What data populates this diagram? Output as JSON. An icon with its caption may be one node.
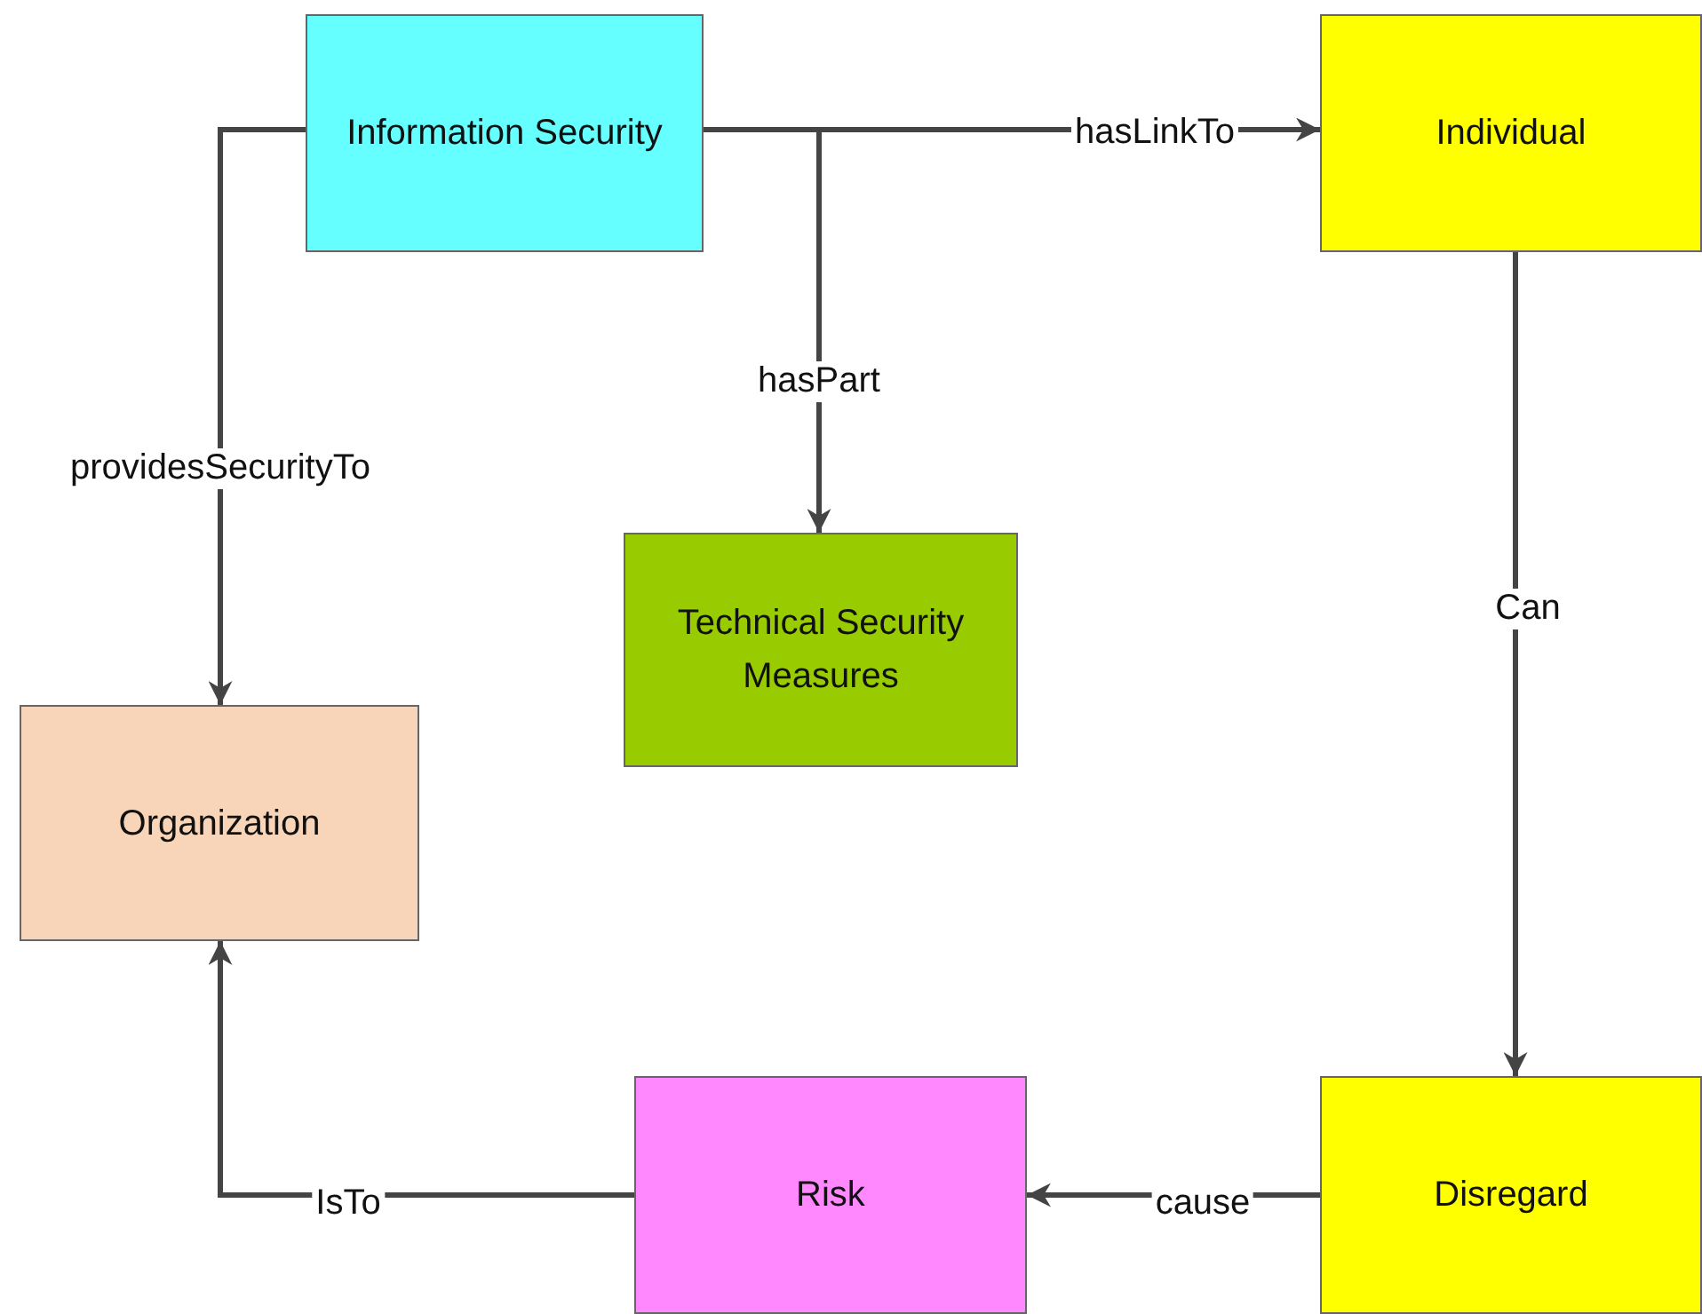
{
  "diagram": {
    "nodes": [
      {
        "text": [
          "Information Security"
        ]
      },
      {
        "text": [
          "Individual"
        ]
      },
      {
        "text": [
          "Technical Security Measures"
        ]
      },
      {
        "text": [
          "Organization"
        ]
      },
      {
        "text": [
          "Risk"
        ]
      },
      {
        "text": [
          "Disregard"
        ]
      }
    ],
    "edges": [
      {
        "from": 0,
        "to": 1,
        "arrow": "to",
        "label": "hasLinkTo"
      },
      {
        "from": 0,
        "to": 2,
        "arrow": "to",
        "label": "hasPart"
      },
      {
        "from": 0,
        "to": 3,
        "arrow": "to",
        "label": "providesSecurityTo"
      },
      {
        "from": 1,
        "to": 5,
        "arrow": "to",
        "label": "Can"
      },
      {
        "from": 5,
        "to": 4,
        "arrow": "to",
        "label": "cause"
      },
      {
        "from": 4,
        "to": 3,
        "arrow": "to",
        "label": "IsTo"
      }
    ]
  }
}
